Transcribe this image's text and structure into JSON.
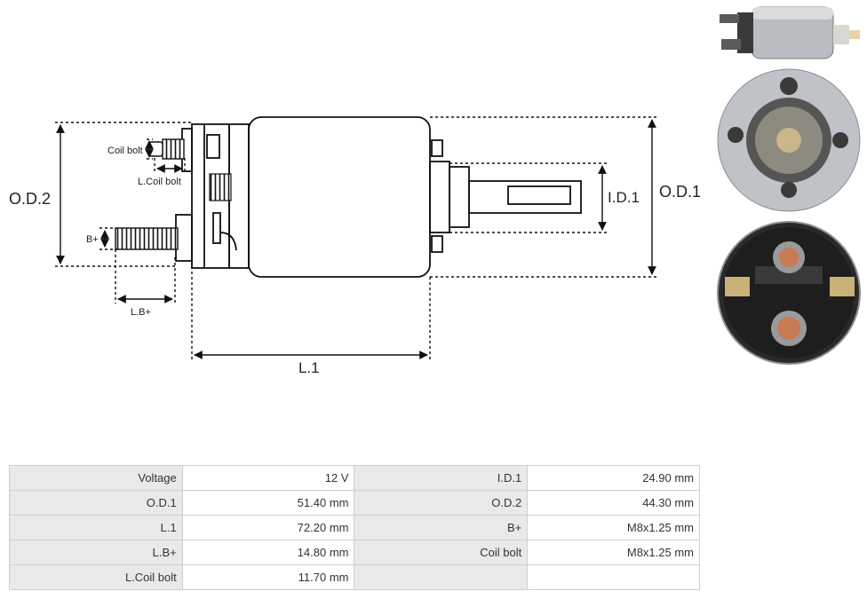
{
  "diagram": {
    "labels": {
      "od2": "O.D.2",
      "od1": "O.D.1",
      "id1": "I.D.1",
      "l1": "L.1",
      "coil_bolt": "Coil bolt",
      "l_coil_bolt": "L.Coil bolt",
      "b_plus": "B+",
      "l_b_plus": "L.B+"
    }
  },
  "specs": {
    "rows": [
      [
        {
          "label": "Voltage",
          "value": "12 V"
        },
        {
          "label": "I.D.1",
          "value": "24.90 mm"
        }
      ],
      [
        {
          "label": "O.D.1",
          "value": "51.40 mm"
        },
        {
          "label": "O.D.2",
          "value": "44.30 mm"
        }
      ],
      [
        {
          "label": "L.1",
          "value": "72.20 mm"
        },
        {
          "label": "B+",
          "value": "M8x1.25 mm"
        }
      ],
      [
        {
          "label": "L.B+",
          "value": "14.80 mm"
        },
        {
          "label": "Coil bolt",
          "value": "M8x1.25 mm"
        }
      ],
      [
        {
          "label": "L.Coil bolt",
          "value": "11.70 mm"
        },
        {
          "label": "",
          "value": ""
        }
      ]
    ]
  },
  "photos": [
    {
      "name": "solenoid-side-view"
    },
    {
      "name": "solenoid-front-face"
    },
    {
      "name": "solenoid-terminal-face"
    }
  ]
}
